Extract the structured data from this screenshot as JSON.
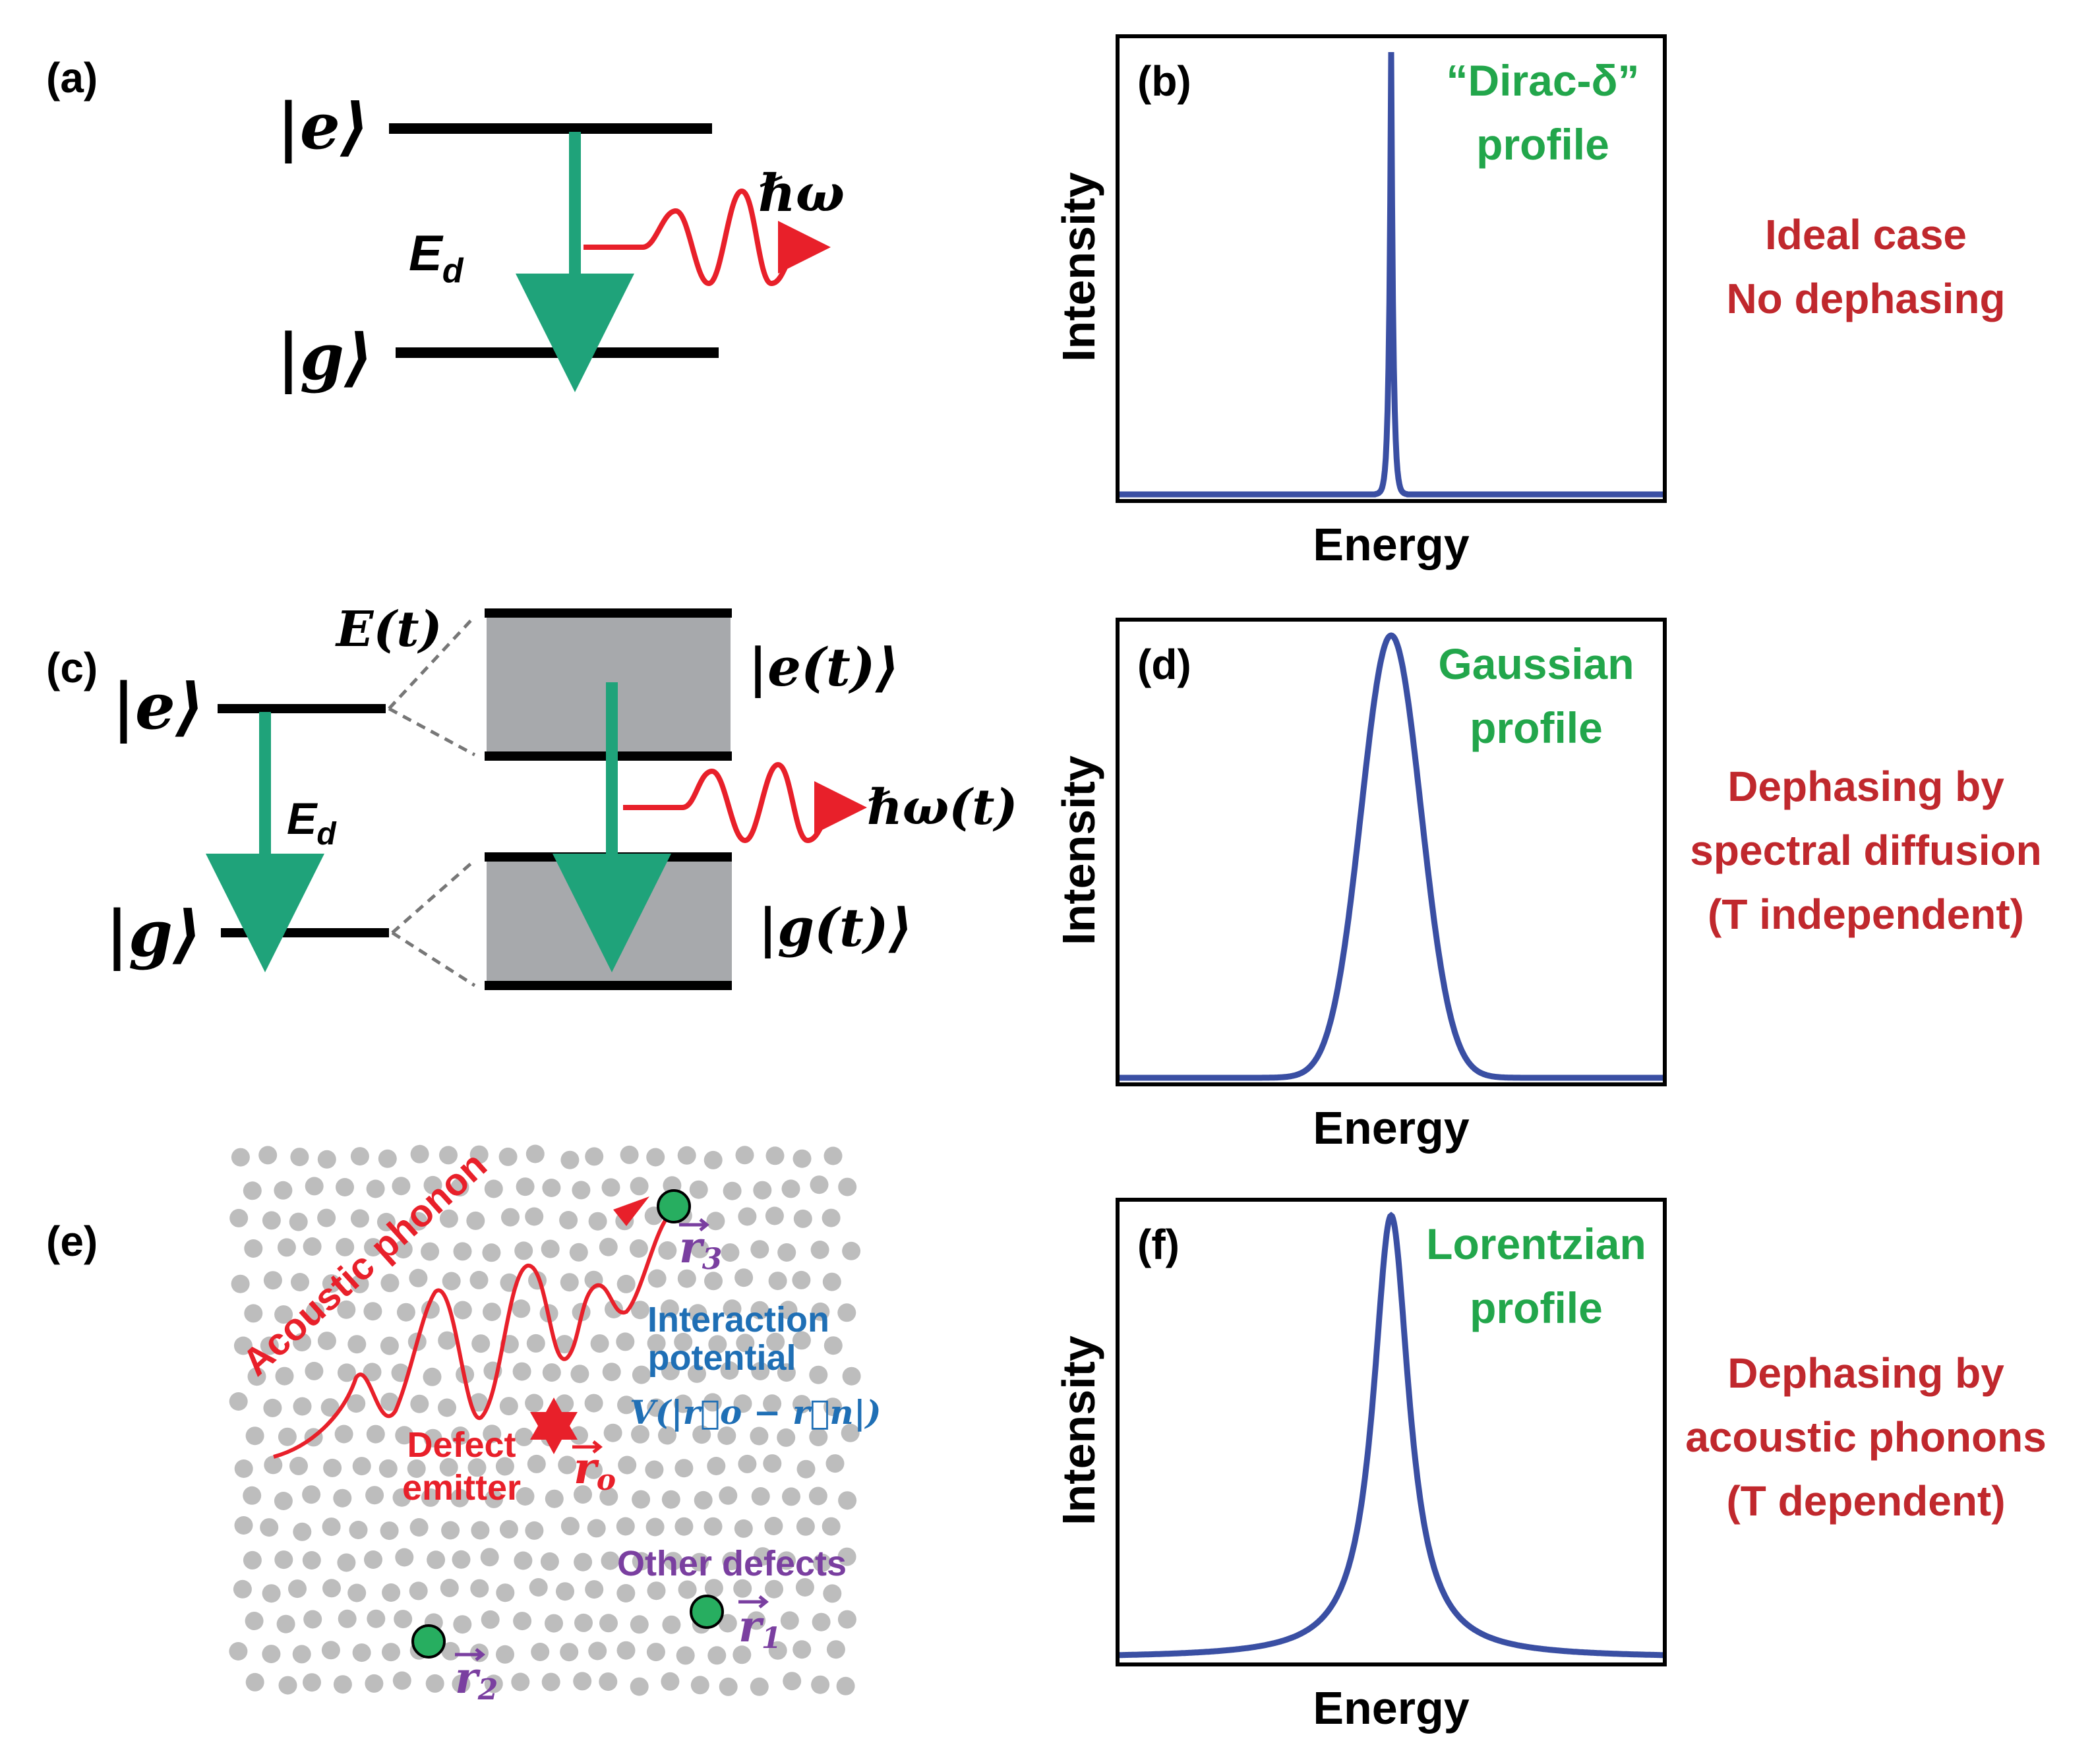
{
  "colors": {
    "curve": "#3a4fa3",
    "profile_label": "#22a64b",
    "caption_red": "#c0282d",
    "emission_red": "#e8202a",
    "transition_green": "#1fa37a",
    "band_gray": "#a7a9ac",
    "lattice_dot": "#bdbdbd",
    "defect_green": "#27ae60",
    "interaction_blue": "#1f6fb5",
    "defect_purple": "#7a3fa0"
  },
  "panel_a": {
    "label": "(a)",
    "excited_state": "|e⟩",
    "ground_state": "|g⟩",
    "energy_symbol": "E",
    "energy_sub": "d",
    "photon": "ℏω"
  },
  "panel_b": {
    "label": "(b)",
    "profile_line1": "“Dirac-δ”",
    "profile_line2": "profile",
    "ylabel": "Intensity",
    "xlabel": "Energy",
    "caption_line1": "Ideal case",
    "caption_line2": "No dephasing",
    "chart_data": {
      "type": "line",
      "profile": "delta",
      "center_fraction": 0.5,
      "width_fraction": 0.004,
      "peak": 1.0,
      "baseline": 0.0
    }
  },
  "panel_c": {
    "label": "(c)",
    "excited_state": "|e⟩",
    "ground_state": "|g⟩",
    "energy_symbol": "E",
    "energy_sub": "d",
    "time_energy": "E(t)",
    "excited_state_t": "|e(t)⟩",
    "ground_state_t": "|g(t)⟩",
    "photon_t": "ℏω(t)"
  },
  "panel_d": {
    "label": "(d)",
    "profile_line1": "Gaussian",
    "profile_line2": "profile",
    "ylabel": "Intensity",
    "xlabel": "Energy",
    "caption_line1": "Dephasing by",
    "caption_line2": "spectral diffusion",
    "caption_line3": "(T independent)",
    "chart_data": {
      "type": "line",
      "profile": "gaussian",
      "center_fraction": 0.5,
      "width_fraction": 0.055,
      "peak": 1.0,
      "baseline": 0.0
    }
  },
  "panel_e": {
    "label": "(e)",
    "phonon": "Acoustic phonon",
    "r3": "r",
    "r3_sub": "3",
    "interaction_line1": "Interaction",
    "interaction_line2": "potential",
    "interaction_formula": "V(|r⃗o − r⃗n|)",
    "defect_line1": "Defect",
    "defect_line2": "emitter",
    "r0": "r",
    "r0_sub": "o",
    "other_defects": "Other defects",
    "r1": "r",
    "r1_sub": "1",
    "r2": "r",
    "r2_sub": "2"
  },
  "panel_f": {
    "label": "(f)",
    "profile_line1": "Lorentzian",
    "profile_line2": "profile",
    "ylabel": "Intensity",
    "xlabel": "Energy",
    "caption_line1": "Dephasing by",
    "caption_line2": "acoustic phonons",
    "caption_line3": "(T dependent)",
    "chart_data": {
      "type": "line",
      "profile": "lorentzian",
      "center_fraction": 0.5,
      "width_fraction": 0.04,
      "peak": 1.0,
      "baseline": 0.0
    }
  }
}
